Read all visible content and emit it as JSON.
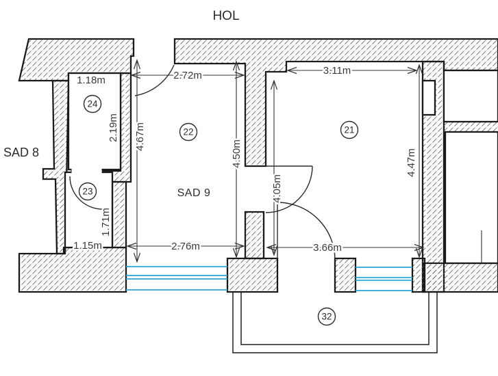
{
  "plan": {
    "corridor_label": "HOL",
    "left_area_label": "SAD 8",
    "unit_label": "SAD 9",
    "rooms": [
      {
        "number": "21"
      },
      {
        "number": "22"
      },
      {
        "number": "23"
      },
      {
        "number": "24"
      },
      {
        "number": "32"
      }
    ],
    "dimensions": {
      "room22_top_width": "2.72m",
      "room21_top_width": "3.11m",
      "room22_left_height": "4.67m",
      "room22_right_height": "4.50m",
      "room21_left_height": "4.05m",
      "room21_right_height": "4.47m",
      "room24_width": "1.18m",
      "room24_height": "2.19m",
      "room23_height": "1.71m",
      "room23_width": "1.15m",
      "room22_bottom_width": "2.76m",
      "room21_bottom_width": "3.66m"
    },
    "colors": {
      "window_glazing": "#2aa7d6",
      "unit_label_red": "#e4354b",
      "wall_outline": "#1a1a1a",
      "hatch_line": "#5f5f5f",
      "dimension_text": "#3a3a3a"
    }
  }
}
